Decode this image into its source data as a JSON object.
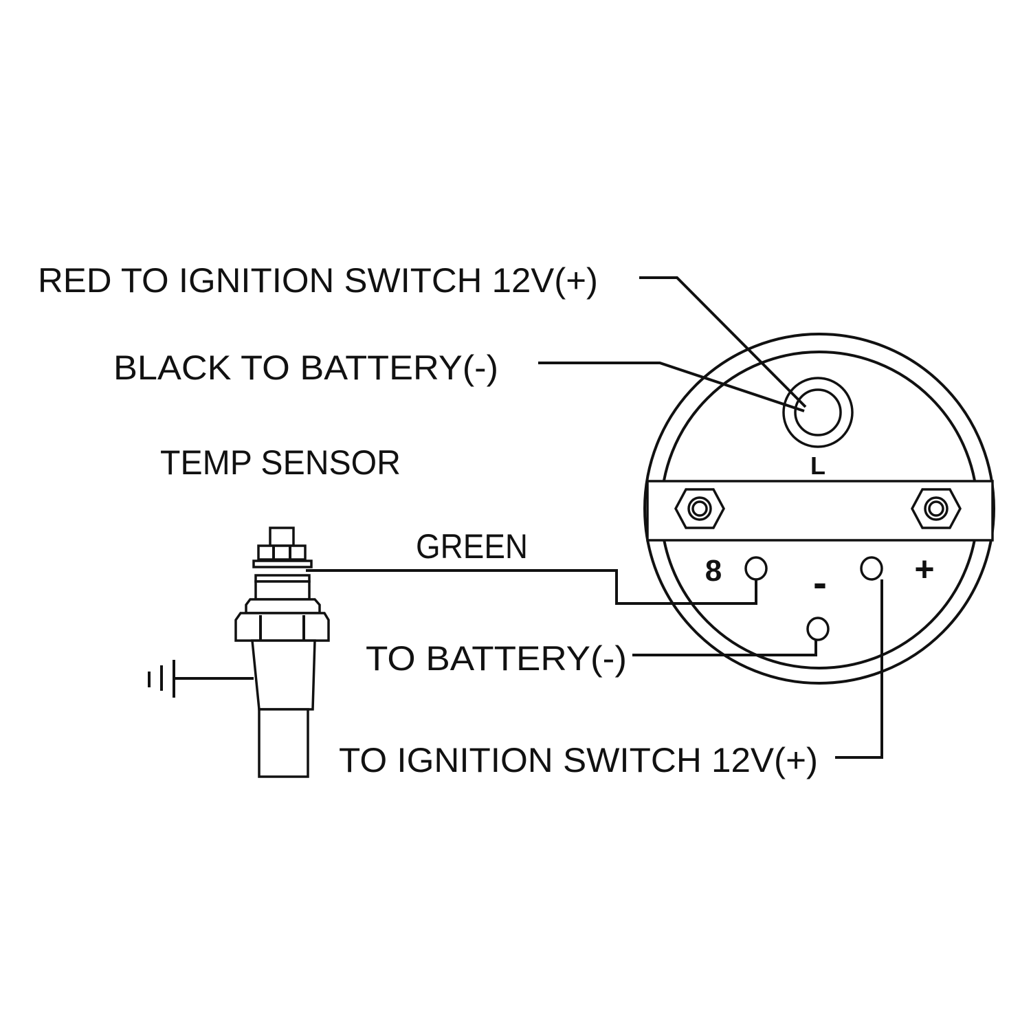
{
  "labels": {
    "red_wire": "RED TO IGNITION SWITCH 12V(+)",
    "black_wire": "BLACK TO BATTERY(-)",
    "temp_sensor": "TEMP SENSOR",
    "green_wire": "GREEN",
    "to_battery": "TO BATTERY(-)",
    "to_ignition": "TO IGNITION SWITCH 12V(+)"
  },
  "gauge": {
    "lamp_terminal": "L",
    "sender_terminal": "8",
    "negative_terminal": "-",
    "positive_terminal": "+"
  }
}
